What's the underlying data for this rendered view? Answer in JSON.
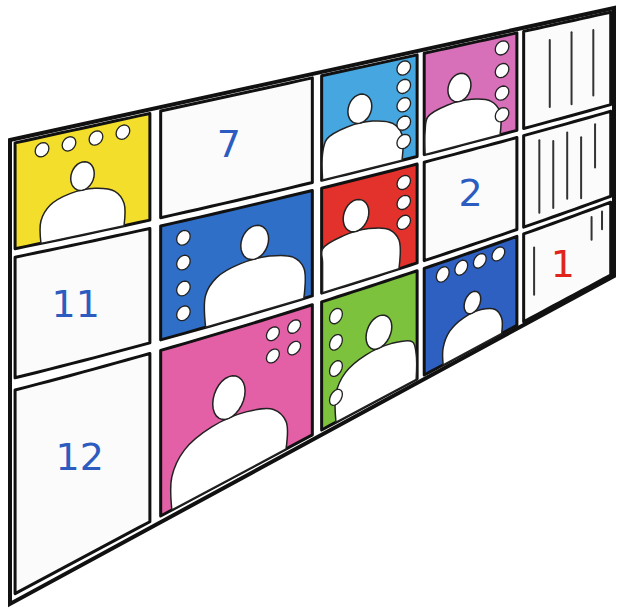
{
  "diagram": {
    "labels": [
      "7",
      "2",
      "11",
      "1",
      "12"
    ]
  }
}
